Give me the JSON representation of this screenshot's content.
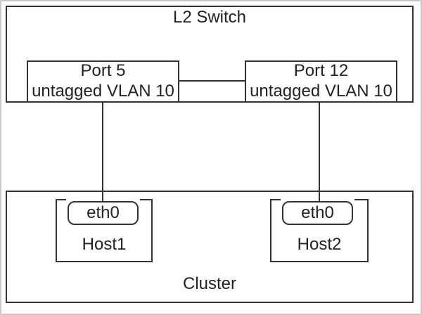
{
  "colors": {
    "line": "#333333",
    "text": "#222222",
    "frame": "#c9c9c9",
    "background": "#ffffff"
  },
  "switch": {
    "label": "L2 Switch",
    "ports": [
      {
        "name": "Port 5",
        "vlan": "untagged VLAN 10"
      },
      {
        "name": "Port 12",
        "vlan": "untagged VLAN 10"
      }
    ]
  },
  "cluster": {
    "label": "Cluster",
    "hosts": [
      {
        "name": "Host1",
        "interface": "eth0"
      },
      {
        "name": "Host2",
        "interface": "eth0"
      }
    ]
  }
}
